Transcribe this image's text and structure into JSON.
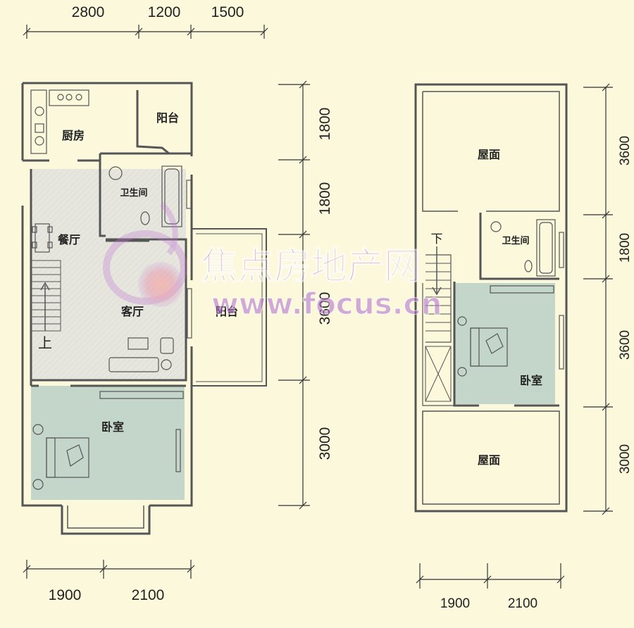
{
  "left_plan": {
    "top_dims": [
      "2800",
      "1200",
      "1500"
    ],
    "bottom_dims": [
      "1900",
      "2100"
    ],
    "right_dims": [
      "1800",
      "1800",
      "3600",
      "3000"
    ],
    "rooms": {
      "kitchen": "厨房",
      "balcony_top": "阳台",
      "bathroom": "卫生间",
      "dining": "餐厅",
      "living": "客厅",
      "balcony_right": "阳台",
      "bedroom": "卧室",
      "stair_up": "上"
    }
  },
  "right_plan": {
    "bottom_dims": [
      "1900",
      "2100"
    ],
    "right_dims": [
      "3600",
      "1800",
      "3600",
      "3000"
    ],
    "rooms": {
      "roof_top": "屋面",
      "stair_down": "下",
      "bathroom": "卫生间",
      "bedroom": "卧室",
      "roof_bottom": "屋面"
    }
  },
  "watermark": {
    "cn": "焦点房地产网",
    "url": "www.focus.cn"
  },
  "colors": {
    "background": "#fbf8dc",
    "bedroom_fill": "#c3d6c9",
    "hatch_fill": "#e3e3dc",
    "wall": "#555555",
    "watermark": "#8a3b9e"
  }
}
